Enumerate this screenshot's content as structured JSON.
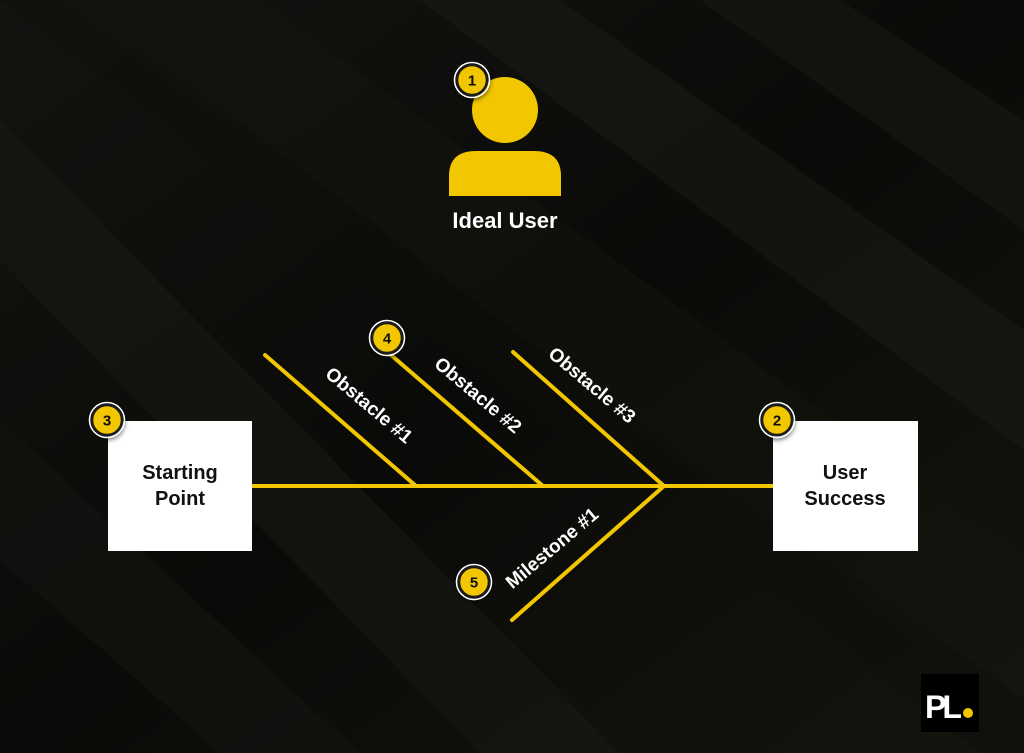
{
  "colors": {
    "background": "#0b0b09",
    "accent": "#f2c600",
    "box_fill": "#ffffff",
    "text_dark": "#111111",
    "text_light": "#ffffff"
  },
  "persona": {
    "icon": "user-icon",
    "label": "Ideal User",
    "badge": "1"
  },
  "start_box": {
    "line1": "Starting",
    "line2": "Point",
    "badge": "3"
  },
  "end_box": {
    "line1": "User",
    "line2": "Success",
    "badge": "2"
  },
  "branches": {
    "obstacle1": {
      "label": "Obstacle #1"
    },
    "obstacle2": {
      "label": "Obstacle #2",
      "badge": "4"
    },
    "obstacle3": {
      "label": "Obstacle #3"
    },
    "milestone1": {
      "label": "Milestone #1",
      "badge": "5"
    }
  },
  "logo": {
    "text": "PL",
    "icon": "pl-logo-icon"
  }
}
